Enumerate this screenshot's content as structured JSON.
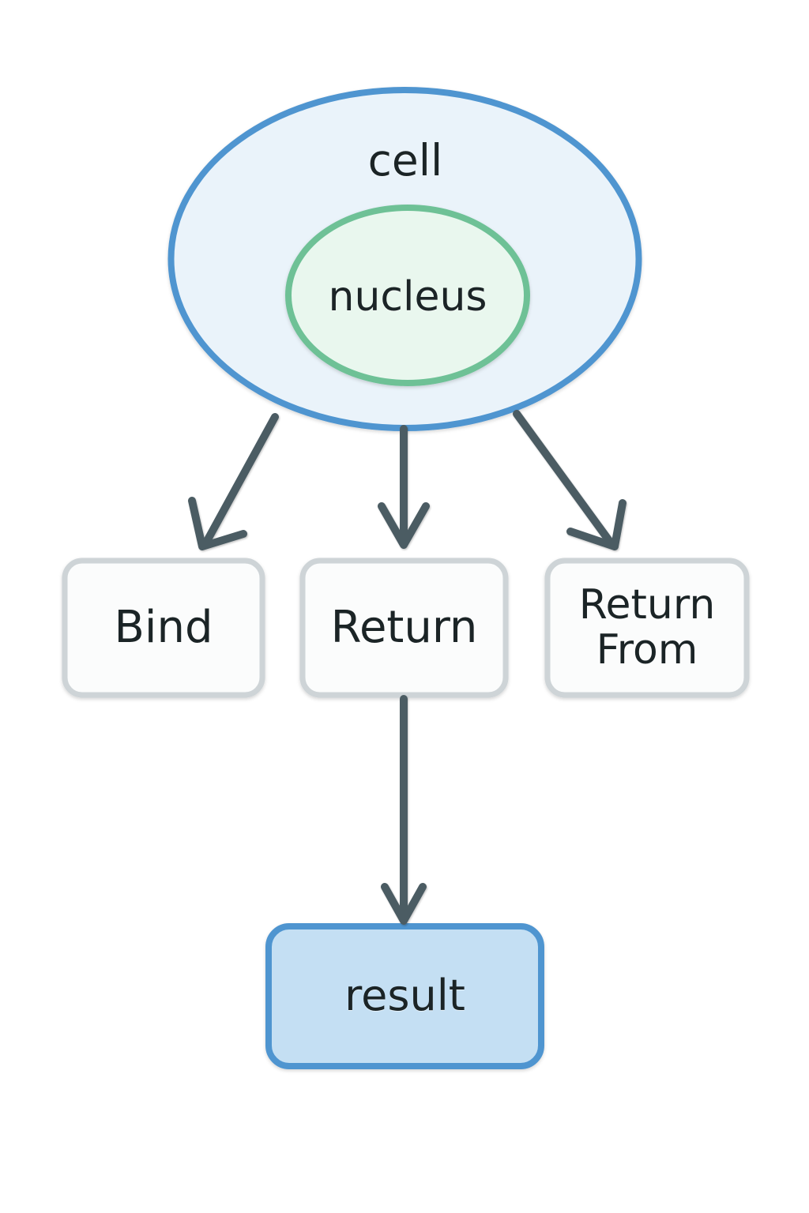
{
  "diagram": {
    "title": "cell monad operations diagram",
    "background_color": "#ffffff",
    "nodes": {
      "cell": {
        "label": "cell",
        "shape": "ellipse",
        "fill": "#eaf3fa",
        "stroke": "#4f95d0",
        "text_color": "#1b2426"
      },
      "nucleus": {
        "label": "nucleus",
        "shape": "ellipse",
        "fill": "#e9f7ee",
        "stroke": "#6ec196",
        "text_color": "#1b2426"
      },
      "bind": {
        "label": "Bind",
        "shape": "rounded-rect",
        "fill": "#fbfcfc",
        "stroke": "#ced4d7",
        "text_color": "#12191b"
      },
      "return": {
        "label": "Return",
        "shape": "rounded-rect",
        "fill": "#fbfcfc",
        "stroke": "#ced4d7",
        "text_color": "#12191b"
      },
      "return_from": {
        "label": "Return\nFrom",
        "shape": "rounded-rect",
        "fill": "#fbfcfc",
        "stroke": "#ced4d7",
        "text_color": "#12191b"
      },
      "result": {
        "label": "result",
        "shape": "rounded-rect",
        "fill": "#c4dff3",
        "stroke": "#4f95d0",
        "text_color": "#1b2426"
      }
    },
    "edges": [
      {
        "id": "cell-to-bind",
        "from": "cell",
        "to": "bind",
        "label": "",
        "color": "#4c5c63",
        "arrowhead": "open-v"
      },
      {
        "id": "cell-to-return",
        "from": "cell",
        "to": "return",
        "label": "",
        "color": "#4c5c63",
        "arrowhead": "open-v"
      },
      {
        "id": "cell-to-return-from",
        "from": "cell",
        "to": "return_from",
        "label": "",
        "color": "#4c5c63",
        "arrowhead": "open-v"
      },
      {
        "id": "return-to-result",
        "from": "return",
        "to": "result",
        "label": "",
        "color": "#4c5c63",
        "arrowhead": "open-v"
      }
    ]
  }
}
